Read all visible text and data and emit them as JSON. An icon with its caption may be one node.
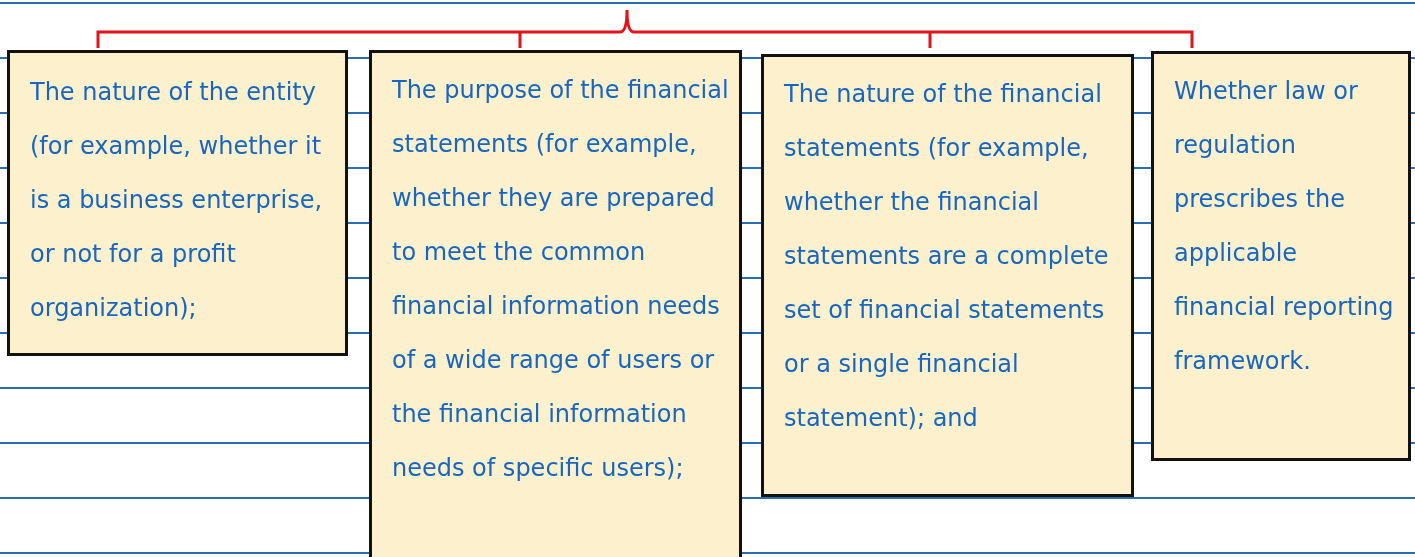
{
  "diagram": {
    "nodes": [
      {
        "text": [
          "The nature of the entity (for example, whether it is a business enterprise, or not for a profit organization);"
        ]
      },
      {
        "text": [
          "The purpose of the financial statements (for example, whether they are prepared to meet the common financial information needs of a wide range of users or the financial information needs of specific users);"
        ]
      },
      {
        "text": [
          "The nature of the financial statements (for example, whether the financial statements are a complete set of financial statements or a single financial statement); and"
        ]
      },
      {
        "text": [
          "Whether law or regulation prescribes the applicable financial reporting framework."
        ]
      }
    ]
  }
}
